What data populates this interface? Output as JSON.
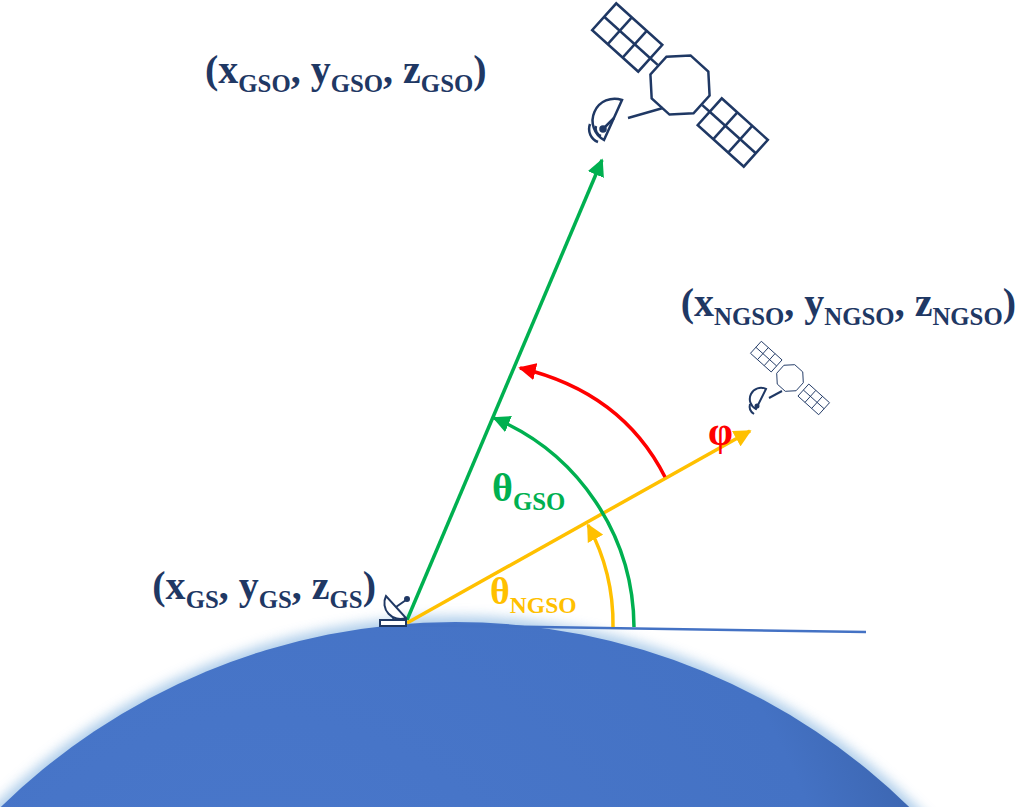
{
  "diagram": {
    "labels": [
      "(xGSO, yGSO, zGSO)",
      "(xNGSO, yNGSO, zNGSO)",
      "φ",
      "θGSO",
      "(xGS, yGS, zGS)",
      "θNGSO"
    ]
  }
}
